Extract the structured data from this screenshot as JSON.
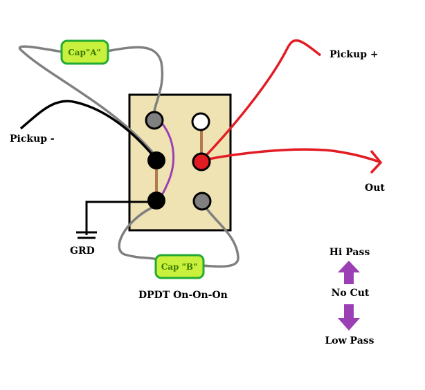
{
  "labels": {
    "pickup_minus": "Pickup -",
    "pickup_plus": "Pickup +",
    "out": "Out",
    "grd": "GRD",
    "switch": "DPDT On-On-On",
    "hi_pass": "Hi Pass",
    "no_cut": "No Cut",
    "low_pass": "Low Pass"
  },
  "capacitors": {
    "a": "Cap\"A\"",
    "b": "Cap \"B\""
  },
  "colors": {
    "switch_body": "#efe3b4",
    "wire_gray": "#808080",
    "wire_red": "#e31b23",
    "wire_black": "#000000",
    "wire_purple": "#9b3fb5",
    "jumper_brown": "#b07a4a",
    "cap_fill": "#c8f03c",
    "cap_border": "#22aa33",
    "arrow_purple": "#9b3fb5"
  }
}
